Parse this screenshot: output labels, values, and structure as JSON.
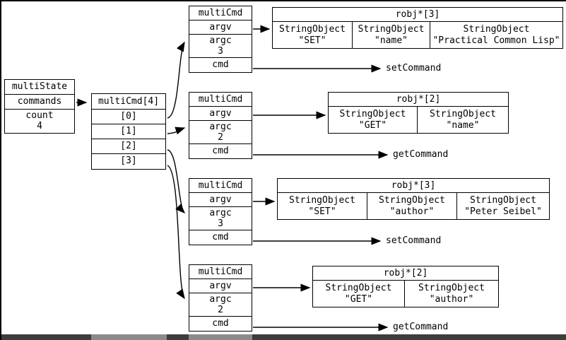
{
  "colors": {
    "line": "#000000",
    "background": "#ffffff",
    "bottom_bar": "#3d3d3d"
  },
  "multiState": {
    "title": "multiState",
    "commands_label": "commands",
    "count_label": "count",
    "count_value": "4"
  },
  "cmdArray": {
    "title": "multiCmd[4]",
    "slots": [
      "[0]",
      "[1]",
      "[2]",
      "[3]"
    ]
  },
  "structs": [
    {
      "title": "multiCmd",
      "argv": "argv",
      "argc": "argc",
      "argc_value": "3",
      "cmd": "cmd",
      "cmd_target": "setCommand",
      "robj": {
        "title": "robj*[3]",
        "cells": [
          {
            "type": "StringObject",
            "value": "\"SET\""
          },
          {
            "type": "StringObject",
            "value": "\"name\""
          },
          {
            "type": "StringObject",
            "value": "\"Practical Common Lisp\""
          }
        ]
      }
    },
    {
      "title": "multiCmd",
      "argv": "argv",
      "argc": "argc",
      "argc_value": "2",
      "cmd": "cmd",
      "cmd_target": "getCommand",
      "robj": {
        "title": "robj*[2]",
        "cells": [
          {
            "type": "StringObject",
            "value": "\"GET\""
          },
          {
            "type": "StringObject",
            "value": "\"name\""
          }
        ]
      }
    },
    {
      "title": "multiCmd",
      "argv": "argv",
      "argc": "argc",
      "argc_value": "3",
      "cmd": "cmd",
      "cmd_target": "setCommand",
      "robj": {
        "title": "robj*[3]",
        "cells": [
          {
            "type": "StringObject",
            "value": "\"SET\""
          },
          {
            "type": "StringObject",
            "value": "\"author\""
          },
          {
            "type": "StringObject",
            "value": "\"Peter Seibel\""
          }
        ]
      }
    },
    {
      "title": "multiCmd",
      "argv": "argv",
      "argc": "argc",
      "argc_value": "2",
      "cmd": "cmd",
      "cmd_target": "getCommand",
      "robj": {
        "title": "robj*[2]",
        "cells": [
          {
            "type": "StringObject",
            "value": "\"GET\""
          },
          {
            "type": "StringObject",
            "value": "\"author\""
          }
        ]
      }
    }
  ]
}
